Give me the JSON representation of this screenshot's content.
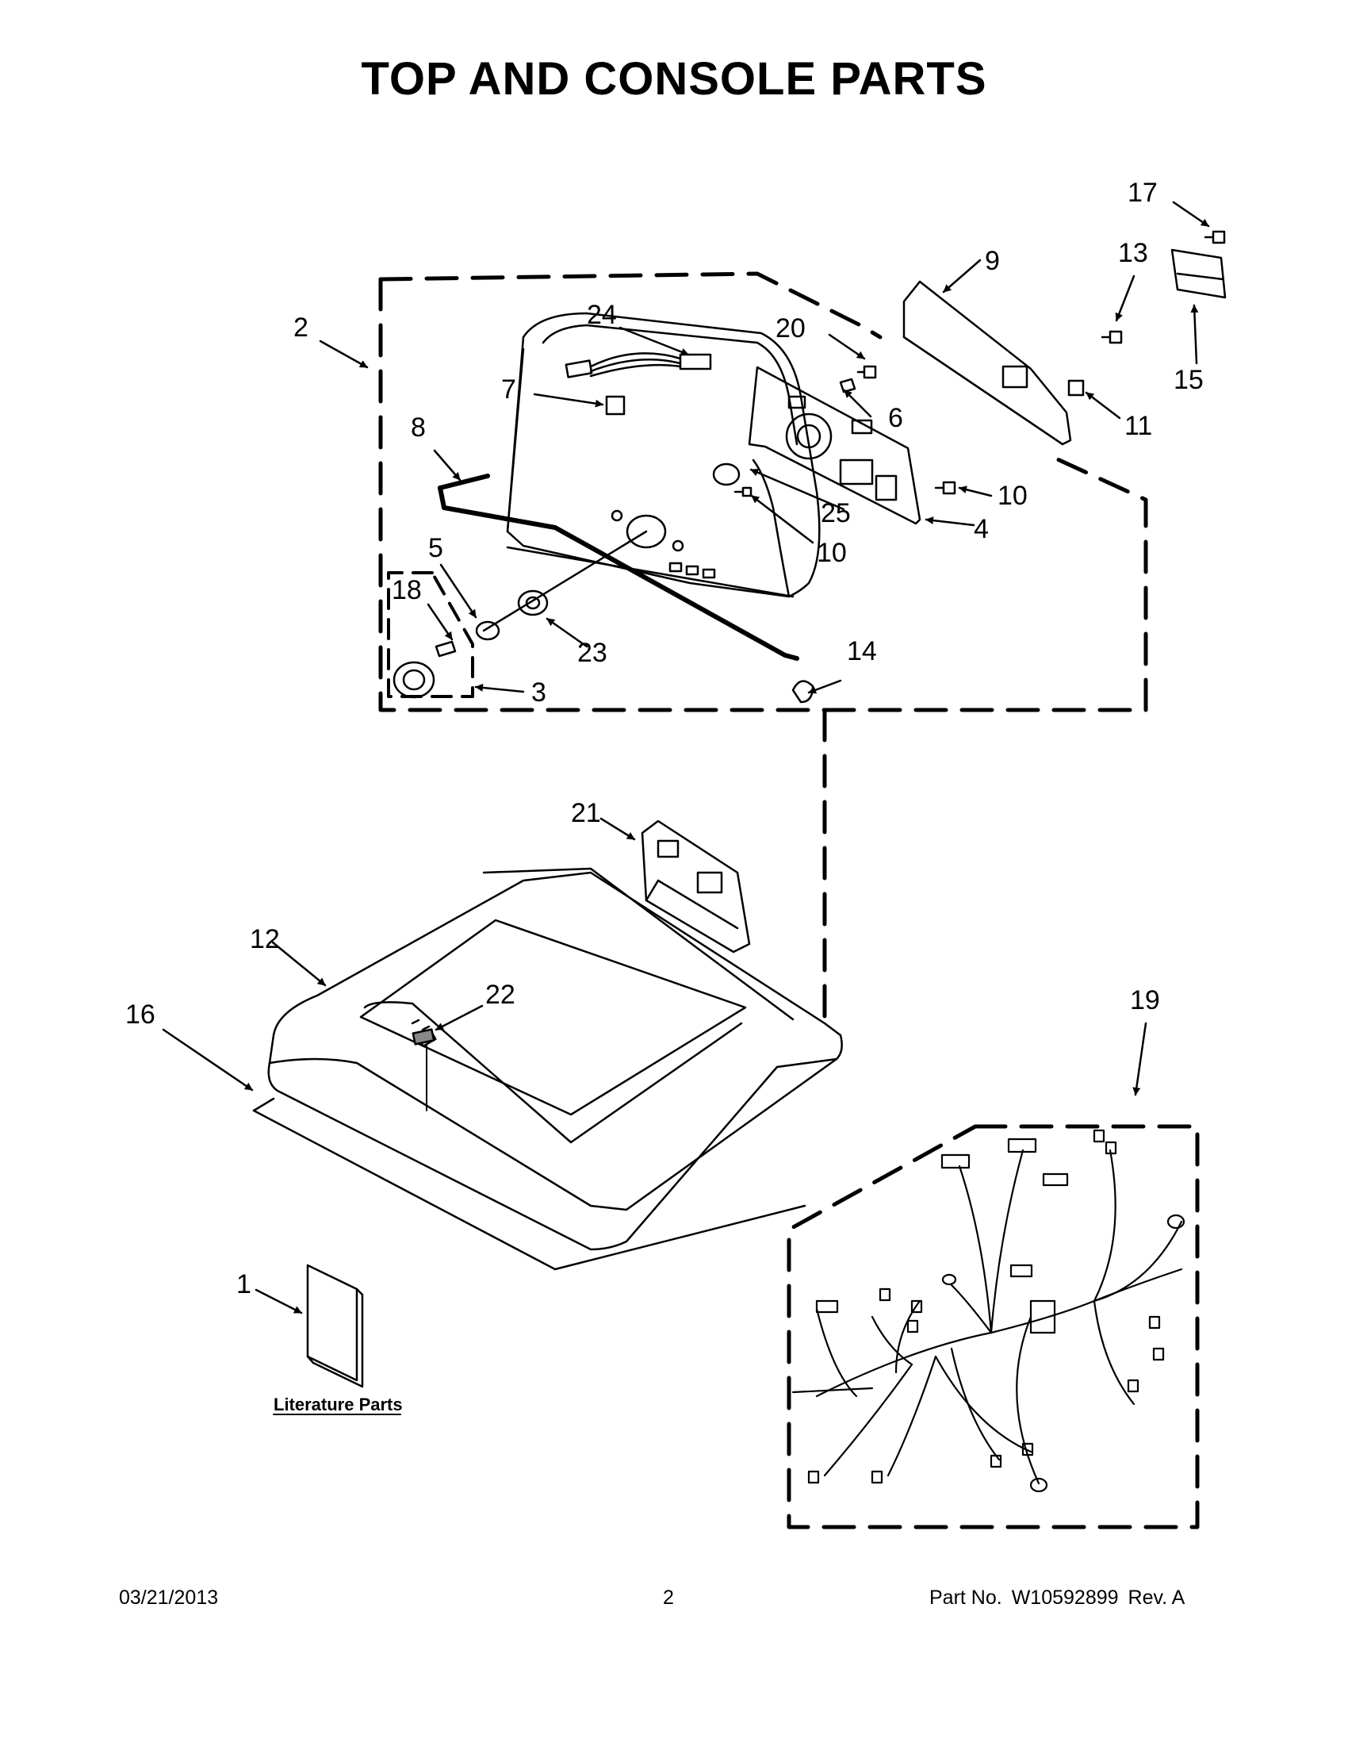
{
  "title": "TOP AND CONSOLE PARTS",
  "callouts": [
    "1",
    "2",
    "3",
    "4",
    "5",
    "6",
    "7",
    "8",
    "9",
    "10",
    "10",
    "11",
    "12",
    "13",
    "14",
    "15",
    "16",
    "17",
    "18",
    "19",
    "20",
    "21",
    "22",
    "23",
    "24",
    "25"
  ],
  "literature_label": "Literature Parts",
  "footer": {
    "date": "03/21/2013",
    "page": "2",
    "part_prefix": "Part No.",
    "part_number": "W10592899",
    "revision": "Rev. A"
  }
}
